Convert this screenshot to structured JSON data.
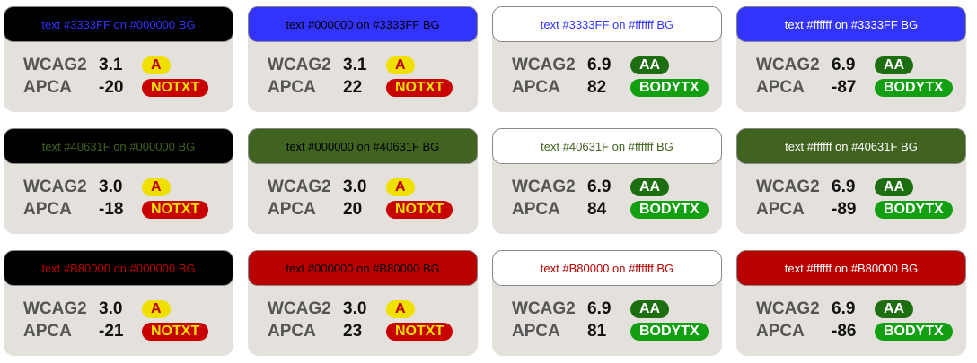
{
  "cards": [
    {
      "title": "text #3333FF on #000000 BG",
      "fg": "#3333FF",
      "bg": "#000000",
      "wcag_label": "WCAG2",
      "wcag": "3.1",
      "wcag_badge": "A",
      "apca_label": "APCA",
      "apca": "-20",
      "apca_badge": "NOTXT"
    },
    {
      "title": "text #000000 on #3333FF BG",
      "fg": "#000000",
      "bg": "#3333FF",
      "wcag_label": "WCAG2",
      "wcag": "3.1",
      "wcag_badge": "A",
      "apca_label": "APCA",
      "apca": "22",
      "apca_badge": "NOTXT"
    },
    {
      "title": "text #3333FF on #ffffff BG",
      "fg": "#3333FF",
      "bg": "#ffffff",
      "wcag_label": "WCAG2",
      "wcag": "6.9",
      "wcag_badge": "AA",
      "apca_label": "APCA",
      "apca": "82",
      "apca_badge": "BODYTX"
    },
    {
      "title": "text #ffffff on #3333FF BG",
      "fg": "#ffffff",
      "bg": "#3333FF",
      "wcag_label": "WCAG2",
      "wcag": "6.9",
      "wcag_badge": "AA",
      "apca_label": "APCA",
      "apca": "-87",
      "apca_badge": "BODYTX"
    },
    {
      "title": "text #40631F on #000000 BG",
      "fg": "#40631F",
      "bg": "#000000",
      "wcag_label": "WCAG2",
      "wcag": "3.0",
      "wcag_badge": "A",
      "apca_label": "APCA",
      "apca": "-18",
      "apca_badge": "NOTXT"
    },
    {
      "title": "text #000000 on #40631F BG",
      "fg": "#000000",
      "bg": "#40631F",
      "wcag_label": "WCAG2",
      "wcag": "3.0",
      "wcag_badge": "A",
      "apca_label": "APCA",
      "apca": "20",
      "apca_badge": "NOTXT"
    },
    {
      "title": "text #40631F on #ffffff BG",
      "fg": "#40631F",
      "bg": "#ffffff",
      "wcag_label": "WCAG2",
      "wcag": "6.9",
      "wcag_badge": "AA",
      "apca_label": "APCA",
      "apca": "84",
      "apca_badge": "BODYTX"
    },
    {
      "title": "text #ffffff on #40631F BG",
      "fg": "#ffffff",
      "bg": "#40631F",
      "wcag_label": "WCAG2",
      "wcag": "6.9",
      "wcag_badge": "AA",
      "apca_label": "APCA",
      "apca": "-89",
      "apca_badge": "BODYTX"
    },
    {
      "title": "text #B80000 on #000000 BG",
      "fg": "#B80000",
      "bg": "#000000",
      "wcag_label": "WCAG2",
      "wcag": "3.0",
      "wcag_badge": "A",
      "apca_label": "APCA",
      "apca": "-21",
      "apca_badge": "NOTXT"
    },
    {
      "title": "text #000000 on #B80000 BG",
      "fg": "#000000",
      "bg": "#B80000",
      "wcag_label": "WCAG2",
      "wcag": "3.0",
      "wcag_badge": "A",
      "apca_label": "APCA",
      "apca": "23",
      "apca_badge": "NOTXT"
    },
    {
      "title": "text #B80000 on #ffffff BG",
      "fg": "#B80000",
      "bg": "#ffffff",
      "wcag_label": "WCAG2",
      "wcag": "6.9",
      "wcag_badge": "AA",
      "apca_label": "APCA",
      "apca": "81",
      "apca_badge": "BODYTX"
    },
    {
      "title": "text #ffffff on #B80000 BG",
      "fg": "#ffffff",
      "bg": "#B80000",
      "wcag_label": "WCAG2",
      "wcag": "6.9",
      "wcag_badge": "AA",
      "apca_label": "APCA",
      "apca": "-86",
      "apca_badge": "BODYTX"
    }
  ]
}
